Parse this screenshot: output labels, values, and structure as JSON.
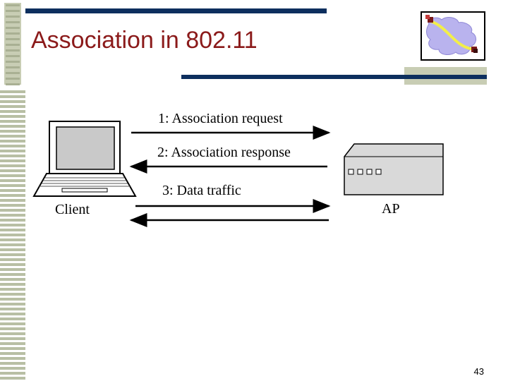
{
  "slide": {
    "title": "Association in 802.11",
    "page_number": "43"
  },
  "diagram": {
    "client_label": "Client",
    "ap_label": "AP",
    "messages": [
      {
        "label": "1: Association request",
        "direction": "client-to-ap"
      },
      {
        "label": "2: Association response",
        "direction": "ap-to-client"
      },
      {
        "label": "3: Data traffic",
        "direction": "bidirectional"
      }
    ]
  },
  "colors": {
    "title": "#8b1a1a",
    "accent_bar": "#0d2f5e",
    "stripe": "#b8bfa4"
  },
  "icons": [
    "network-logo-icon",
    "laptop-icon",
    "access-point-icon"
  ]
}
